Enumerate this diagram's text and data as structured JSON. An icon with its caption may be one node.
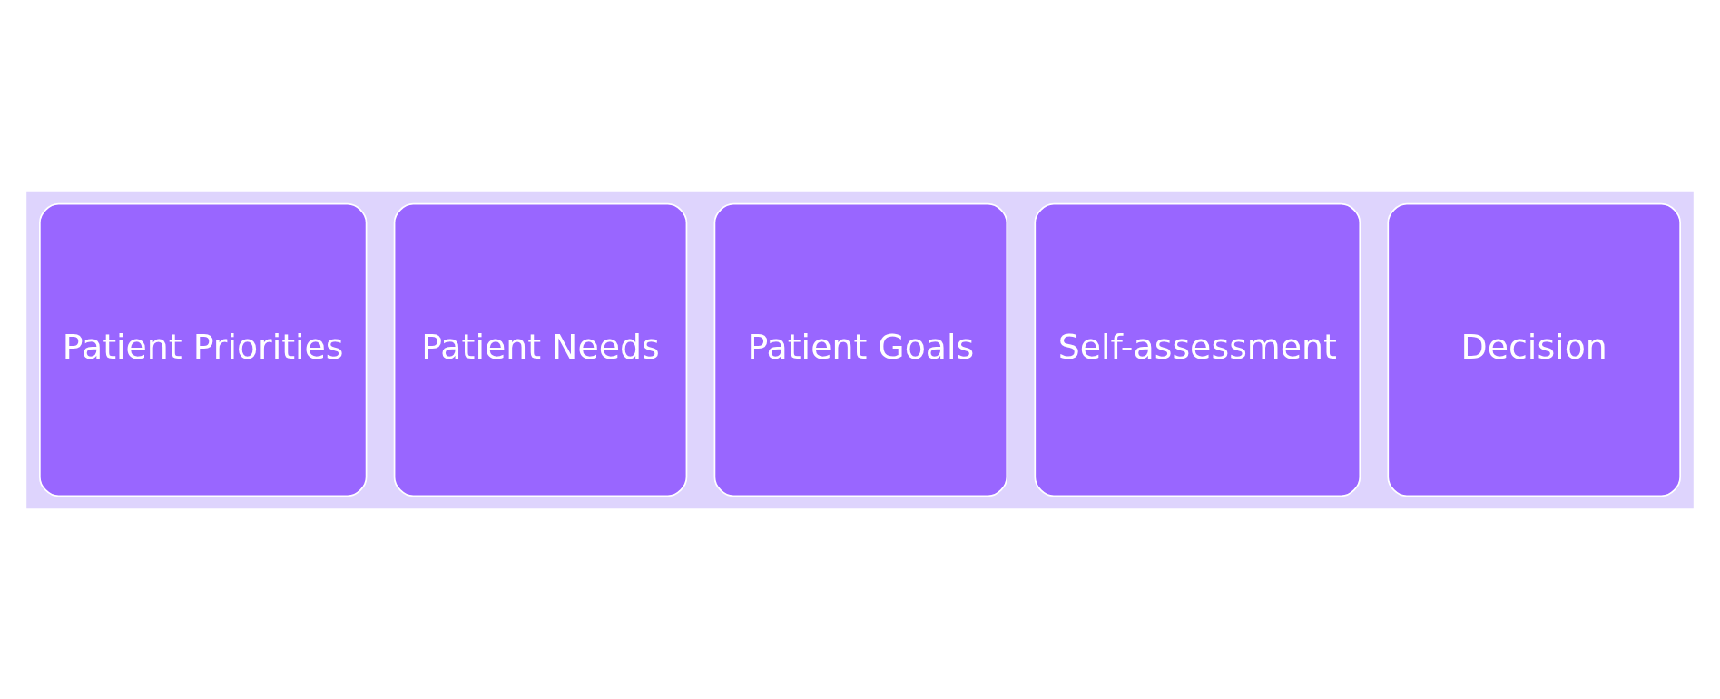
{
  "diagram": {
    "nodes": [
      {
        "text": [],
        "shape": "arrow"
      },
      {
        "text": [
          "Patient Priorities"
        ],
        "in": 0
      },
      {
        "text": [
          "Patient Needs"
        ],
        "in": 0
      },
      {
        "text": [
          "Patient Goals"
        ],
        "in": 0
      },
      {
        "text": [
          "Self-assessment"
        ],
        "in": 0
      },
      {
        "text": [
          "Decision"
        ],
        "in": 0
      }
    ],
    "edges": []
  }
}
